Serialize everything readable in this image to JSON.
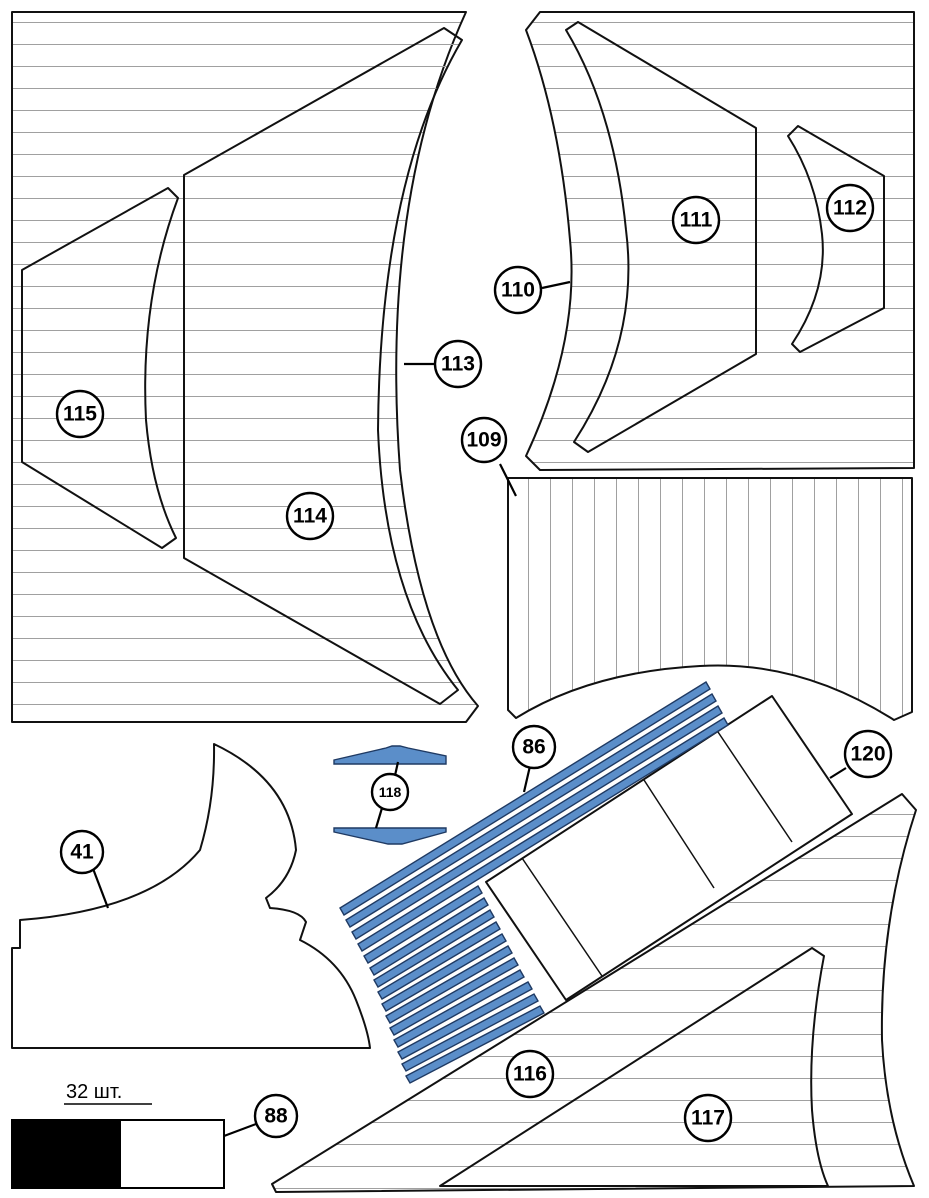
{
  "colors": {
    "outline": "#111111",
    "hatch": "#9a9a9a",
    "part_blue": "#5b8ec9",
    "swatch_black": "#000000"
  },
  "labels": {
    "p41": "41",
    "p86": "86",
    "p88": "88",
    "p109": "109",
    "p110": "110",
    "p111": "111",
    "p112": "112",
    "p113": "113",
    "p114": "114",
    "p115": "115",
    "p116": "116",
    "p117": "117",
    "p118": "118",
    "p120": "120"
  },
  "count_note": "32 шт."
}
